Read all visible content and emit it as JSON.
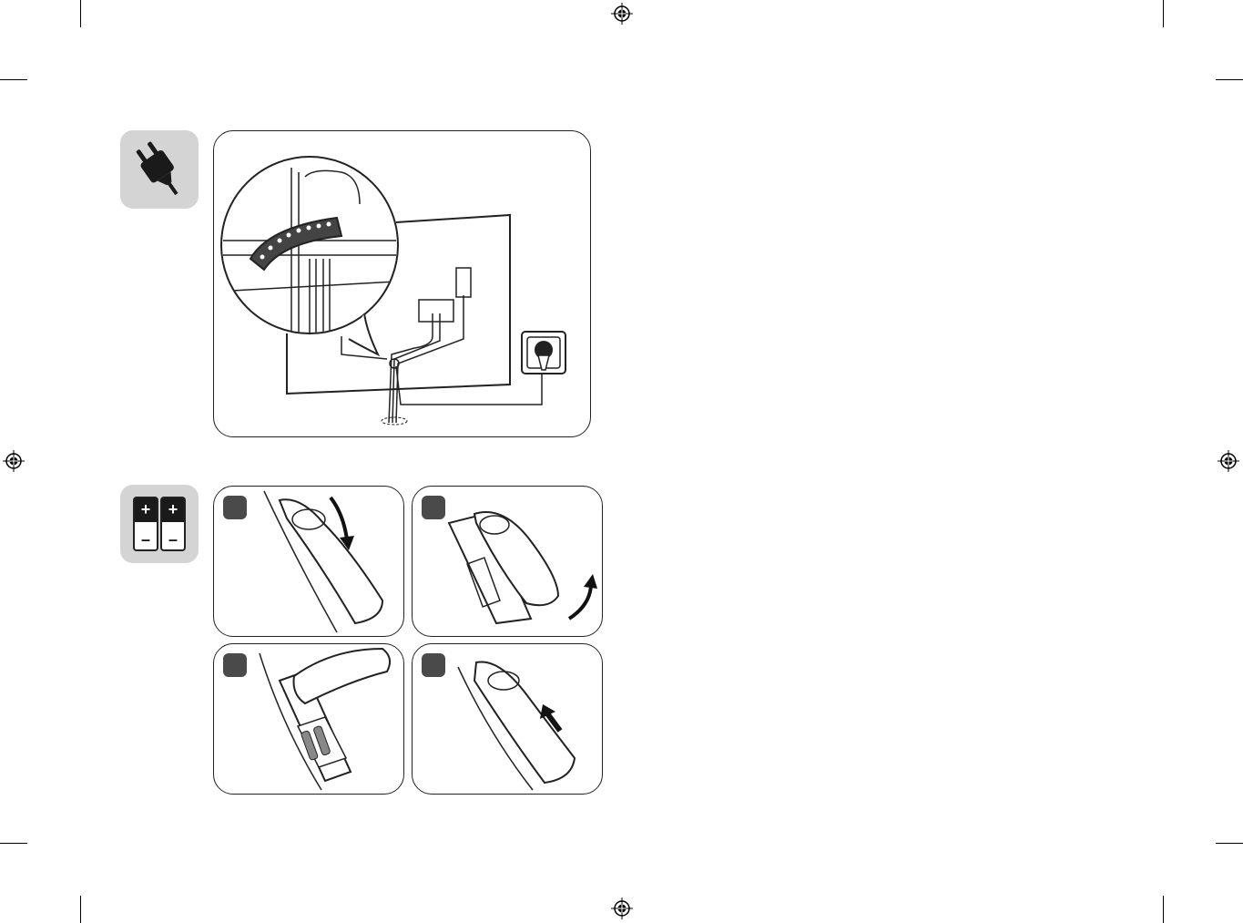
{
  "sections": [
    {
      "id": "power",
      "icon": "power-plug-icon",
      "panels": 1
    },
    {
      "id": "batteries",
      "icon": "batteries-icon",
      "panels": 4
    }
  ],
  "colors": {
    "icon_bg": "#d4d4d4",
    "step_badge": "#4a4a4a",
    "line": "#222222"
  },
  "battery_icon": {
    "plus": "+",
    "minus": "–"
  }
}
